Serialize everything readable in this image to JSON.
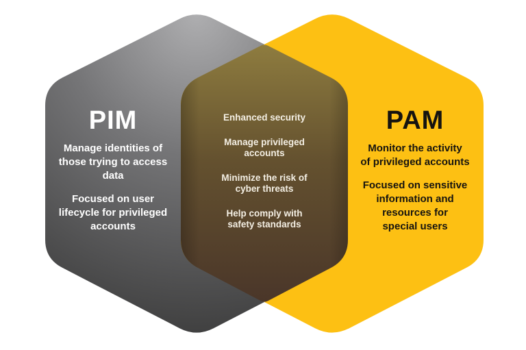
{
  "diagram": {
    "left": {
      "title": "PIM",
      "paragraphs": [
        [
          "Manage identities of",
          "those trying to access",
          "data"
        ],
        [
          "Focused on user",
          "lifecycle for privileged",
          "accounts"
        ]
      ]
    },
    "overlap": {
      "paragraphs": [
        [
          "Enhanced security"
        ],
        [
          "Manage privileged",
          "accounts"
        ],
        [
          "Minimize the risk of",
          "cyber threats"
        ],
        [
          "Help comply with",
          "safety standards"
        ]
      ]
    },
    "right": {
      "title": "PAM",
      "paragraphs": [
        [
          "Monitor the activity",
          "of privileged accounts"
        ],
        [
          "Focused on sensitive",
          "information and",
          "resources for",
          "special users"
        ]
      ]
    },
    "colors": {
      "pim_gradient_light": "#AEAEB0",
      "pim_gradient_mid": "#757577",
      "pim_gradient_dark": "#373737",
      "pam_yellow": "#FDC013",
      "overlap_top": "#8E7C3F",
      "overlap_mid": "#64512F",
      "overlap_bottom": "#4A3629",
      "pim_text": "#FFFFFF",
      "pam_text": "#151310",
      "overlap_text": "#F4EFE4",
      "background": "#FFFFFF"
    }
  }
}
